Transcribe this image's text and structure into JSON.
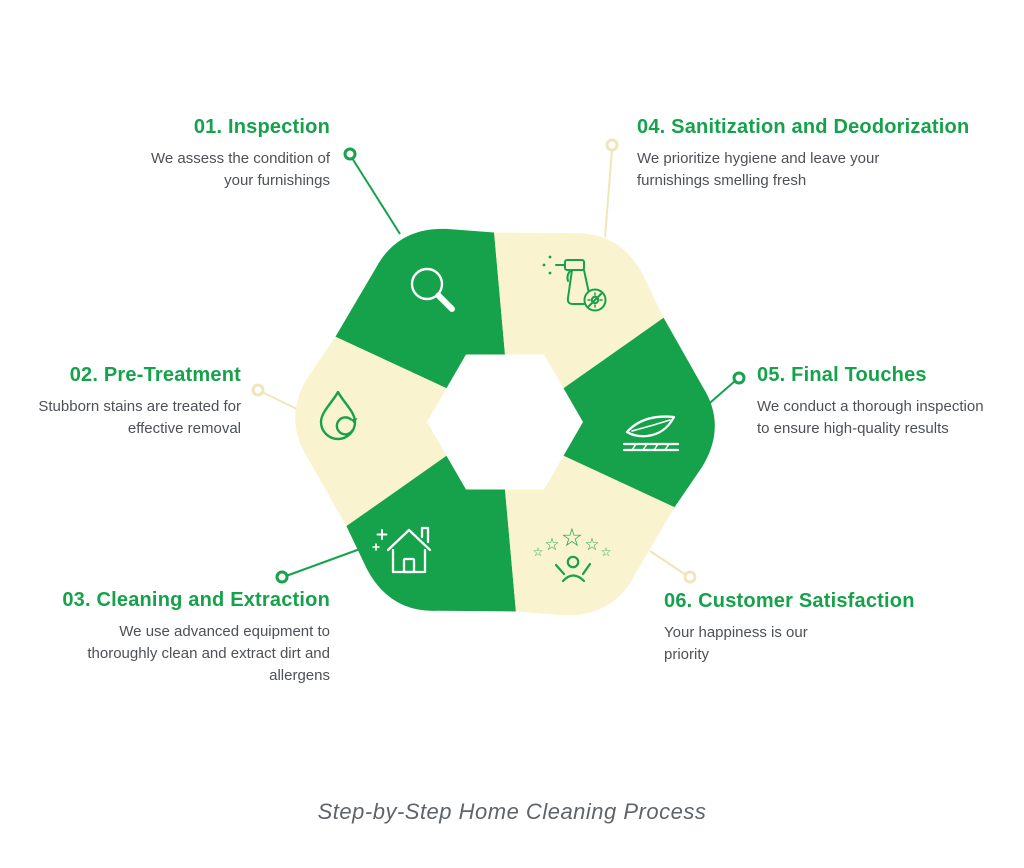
{
  "colors": {
    "green": "#16a24b",
    "cream": "#faf3cf",
    "cream_accent": "#f0e6bb",
    "white": "#ffffff",
    "body_text": "#4d5156",
    "caption_text": "#5f6468"
  },
  "caption": "Step-by-Step Home Cleaning Process",
  "steps": [
    {
      "id": "01",
      "title": "01. Inspection",
      "body": "We assess the condition of your furnishings",
      "icon": "magnifier-icon",
      "segment_color": "green"
    },
    {
      "id": "02",
      "title": "02. Pre-Treatment",
      "body": "Stubborn stains are treated for effective removal",
      "icon": "water-drop-icon",
      "segment_color": "cream"
    },
    {
      "id": "03",
      "title": "03. Cleaning and Extraction",
      "body": "We use advanced equipment to thoroughly clean and extract dirt and allergens",
      "icon": "clean-house-icon",
      "segment_color": "green"
    },
    {
      "id": "04",
      "title": "04. Sanitization and Deodorization",
      "body": "We prioritize hygiene and leave your furnishings smelling fresh",
      "icon": "spray-bottle-icon",
      "segment_color": "cream"
    },
    {
      "id": "05",
      "title": "05. Final Touches",
      "body": "We conduct a thorough inspection to ensure high-quality results",
      "icon": "leaf-duster-icon",
      "segment_color": "green"
    },
    {
      "id": "06",
      "title": "06. Customer Satisfaction",
      "body": "Your happiness is our priority",
      "icon": "rating-stars-icon",
      "segment_color": "cream"
    }
  ],
  "icons": {
    "star_char": "☆"
  }
}
